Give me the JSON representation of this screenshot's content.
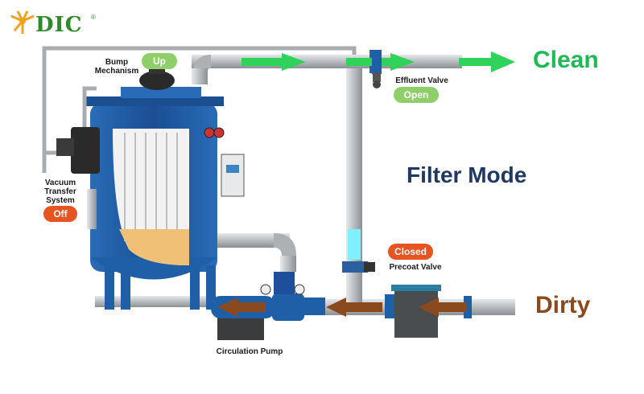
{
  "brand": {
    "name": "DIC",
    "registered": "®"
  },
  "title": "Filter Mode",
  "outlets": {
    "clean": "Clean",
    "dirty": "Dirty"
  },
  "components": {
    "bump_mechanism": {
      "label_line1": "Bump",
      "label_line2": "Mechanism",
      "state": "Up"
    },
    "effluent_valve": {
      "label": "Effluent Valve",
      "state": "Open"
    },
    "vacuum_transfer": {
      "label_line1": "Vacuum",
      "label_line2": "Transfer",
      "label_line3": "System",
      "state": "Off"
    },
    "precoat_valve": {
      "label": "Precoat Valve",
      "state": "Closed"
    },
    "circulation_pump": {
      "label": "Circulation Pump"
    }
  },
  "colors": {
    "clean": "#1db954",
    "dirty": "#8b4a1e",
    "title": "#1f3864",
    "pill_green": "#8fcf6a",
    "pill_red": "#e8531f",
    "vessel": "#1f5fa8",
    "pipe": "#b9bcbf",
    "precoat_flow": "#7ff0ff"
  }
}
